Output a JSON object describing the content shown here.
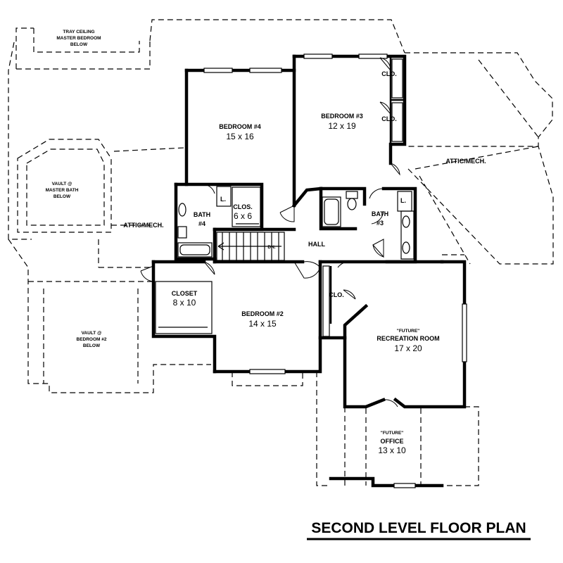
{
  "plan_title": "SECOND LEVEL FLOOR PLAN",
  "rooms": {
    "bedroom4": {
      "name": "BEDROOM #4",
      "size": "15 x 16"
    },
    "bedroom3": {
      "name": "BEDROOM #3",
      "size": "12 x 19"
    },
    "bedroom2": {
      "name": "BEDROOM #2",
      "size": "14 x 15"
    },
    "closet": {
      "name": "CLOSET",
      "size": "8 x 10"
    },
    "clos6": {
      "name": "CLOS.",
      "size": "6 x 6"
    },
    "recreation": {
      "tag": "\"FUTURE\"",
      "name": "RECREATION ROOM",
      "size": "17 x 20"
    },
    "office": {
      "tag": "\"FUTURE\"",
      "name": "OFFICE",
      "size": "13 x 10"
    },
    "bath4": {
      "name": "BATH",
      "num": "#4"
    },
    "bath3": {
      "name": "BATH",
      "num": "#3"
    },
    "hall": {
      "name": "HALL"
    }
  },
  "labels": {
    "clo": "CLO.",
    "linen": "L.",
    "stair_dn": "DN.",
    "attic_left": "ATTIC/MECH.",
    "attic_right": "ATTIC/MECH.",
    "tray_line1": "TRAY CEILING",
    "tray_line2": "MASTER BEDROOM",
    "tray_line3": "BELOW",
    "vault_mb_line1": "VAULT @",
    "vault_mb_line2": "MASTER BATH",
    "vault_mb_line3": "BELOW",
    "vault_b2_line1": "VAULT @",
    "vault_b2_line2": "BEDROOM #2",
    "vault_b2_line3": "BELOW"
  }
}
